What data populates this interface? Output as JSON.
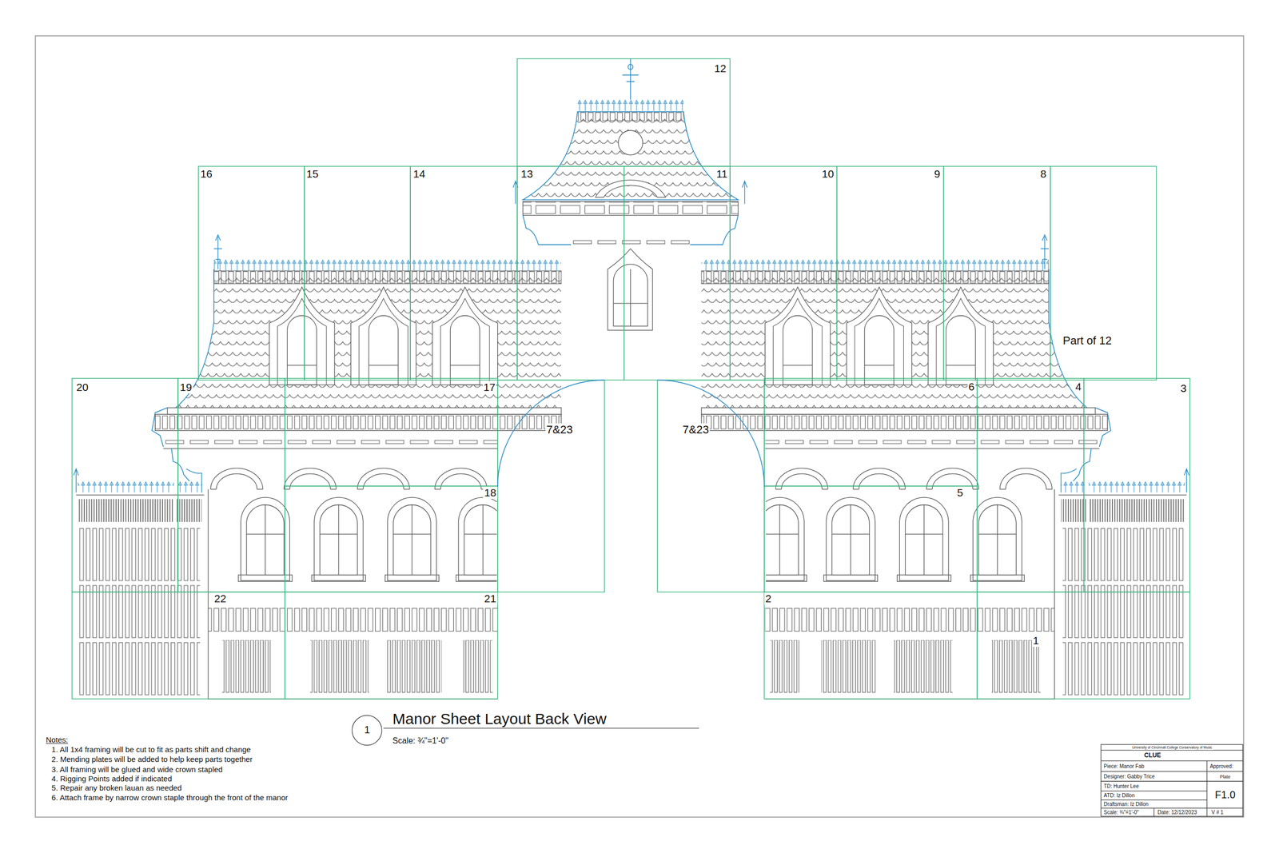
{
  "diagram": {
    "title": "Manor Sheet Layout Back View",
    "nodes": [
      {
        "text": [
          "1"
        ]
      }
    ],
    "labels": [
      "12",
      "16",
      "15",
      "14",
      "13",
      "11",
      "10",
      "9",
      "8",
      "Part of 12",
      "20",
      "19",
      "17",
      "7&23",
      "7&23",
      "6",
      "4",
      "3",
      "18",
      "5",
      "22",
      "21",
      "2",
      "1",
      "Scale: ¾\"=1'-0\"",
      "Notes:",
      "1. All 1x4 framing will be cut to fit as parts shift and change",
      "2. Mending plates will be added to help keep parts together",
      "3. All framing will be glued and wide crown stapled",
      "4. Rigging Points added if indicated",
      "5. Repair any broken lauan as needed",
      "6. Attach frame by narrow crown staple through the front of the manor",
      "University of Cincinnati College Conservatory of Music",
      "CLUE",
      "Piece: Manor Fab",
      "Approved:",
      "Designer: Gabby Trice",
      "Plate",
      "TD: Hunter Lee",
      "F1.0",
      "ATD: Iz Dillon",
      "Draftsman: Iz Dillon",
      "Scale: ¾\"=1'-0\"",
      "Date: 12/12/2023",
      "V # 1"
    ]
  }
}
